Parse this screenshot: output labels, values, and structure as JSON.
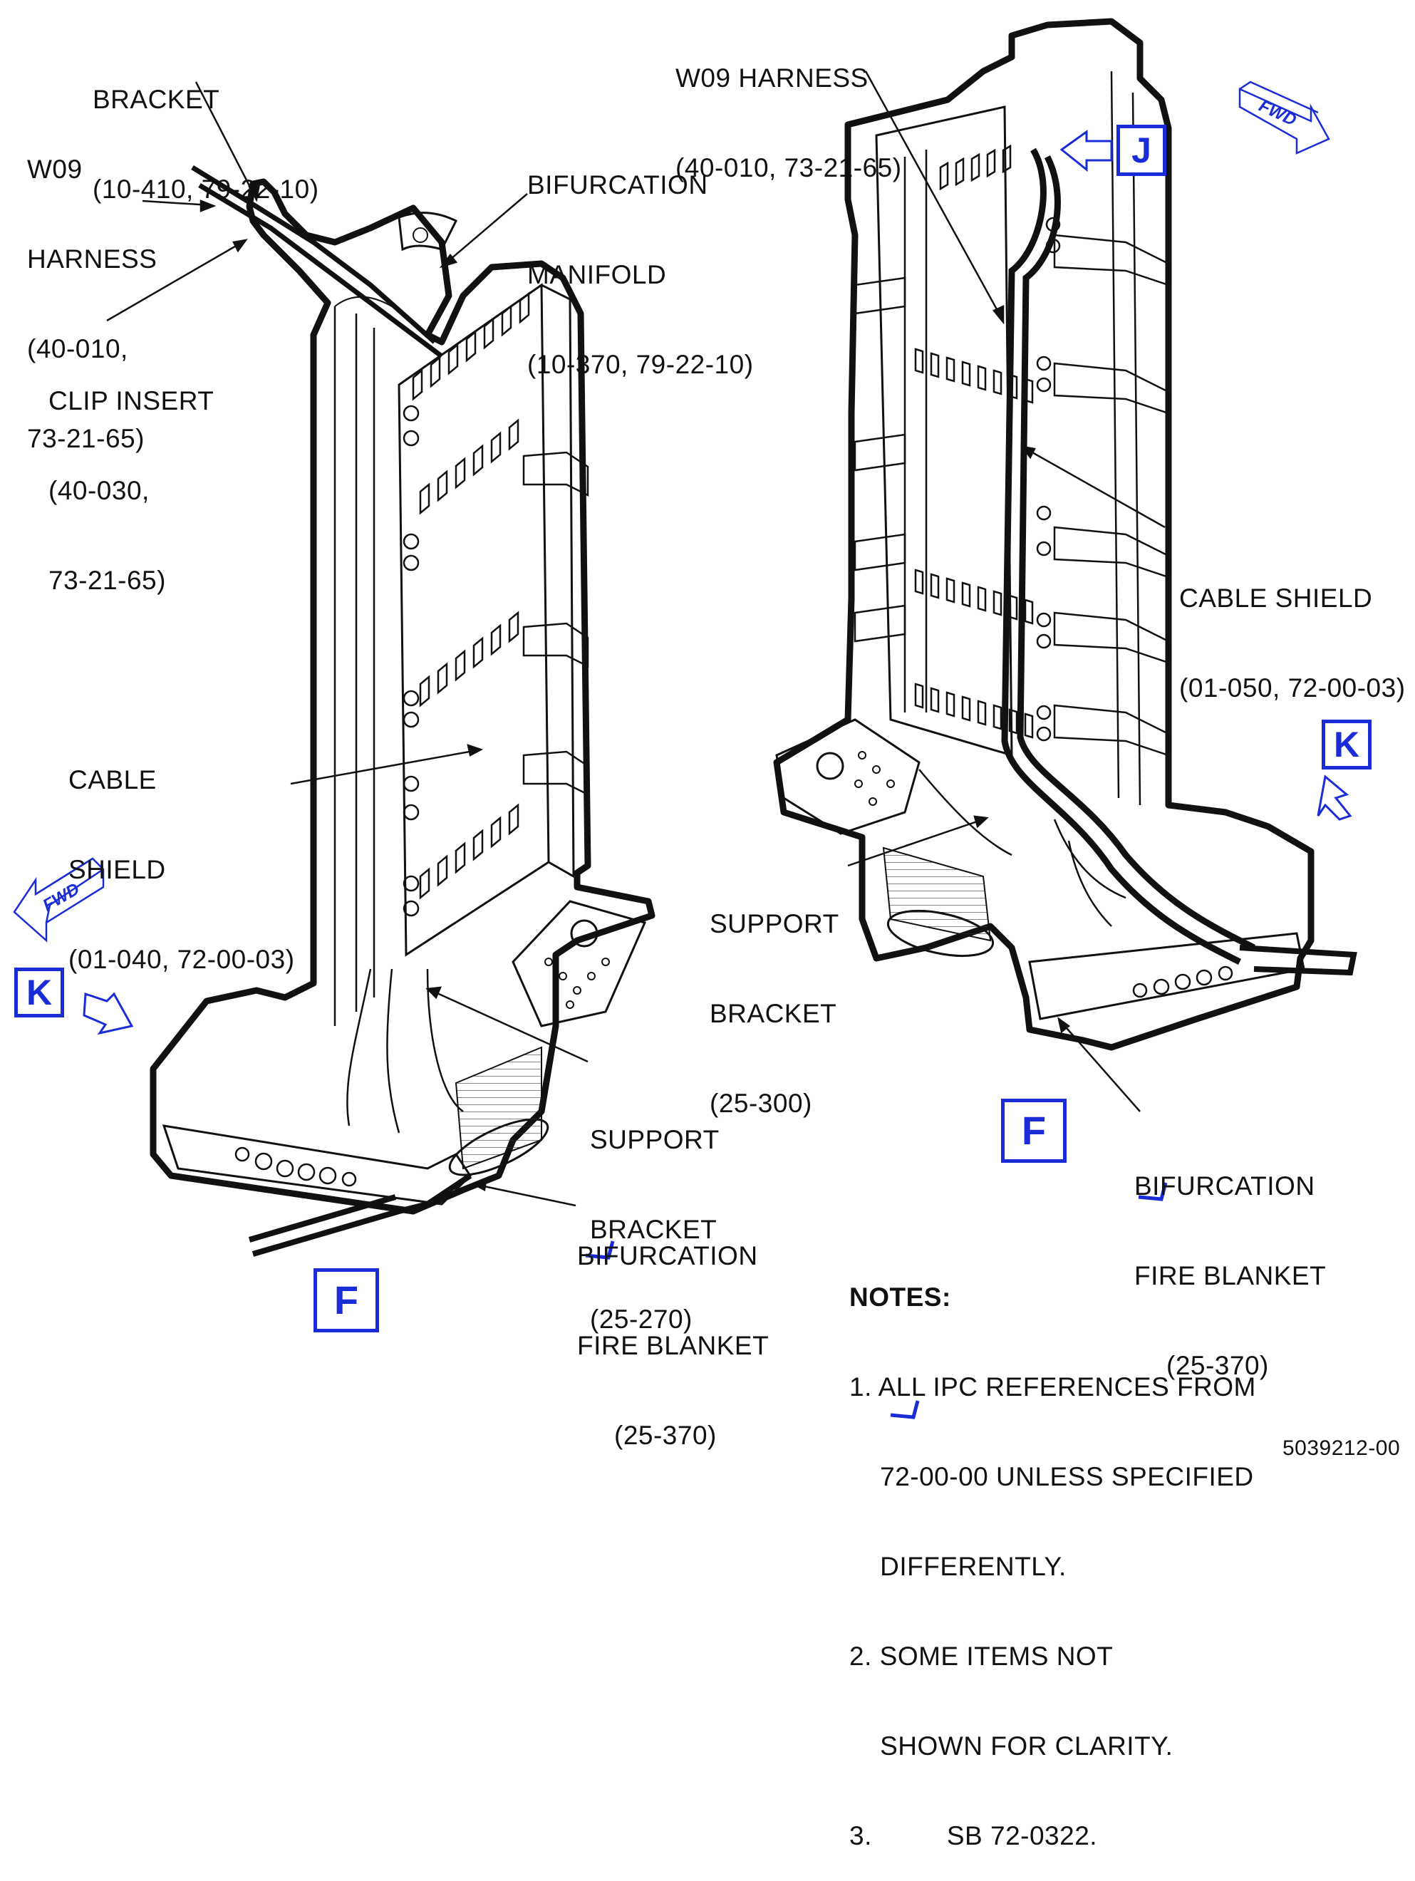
{
  "colors": {
    "ink": "#111111",
    "accent_blue": "#1a2cd6"
  },
  "left_view": {
    "labels": {
      "bracket": [
        "BRACKET",
        "(10-410, 79-22-10)"
      ],
      "w09_harness": [
        "W09",
        "HARNESS",
        "(40-010,",
        "73-21-65)"
      ],
      "bifurcation_manifold": [
        "BIFURCATION",
        "MANIFOLD",
        "(10-370, 79-22-10)"
      ],
      "clip_insert": [
        "CLIP INSERT",
        "(40-030,",
        "73-21-65)"
      ],
      "cable_shield": [
        "CABLE",
        "SHIELD",
        "(01-040, 72-00-03)"
      ],
      "support_bracket": [
        "SUPPORT",
        "BRACKET",
        "(25-270)"
      ],
      "fire_blanket": [
        "BIFURCATION",
        "FIRE BLANKET",
        "(25-370)"
      ]
    },
    "view_refs": {
      "k": "K",
      "f": "F"
    },
    "fwd_arrow": "FWD"
  },
  "right_view": {
    "labels": {
      "w09_harness": [
        "W09 HARNESS",
        "(40-010, 73-21-65)"
      ],
      "cable_shield": [
        "CABLE SHIELD",
        "(01-050, 72-00-03)"
      ],
      "support_bracket": [
        "SUPPORT",
        "BRACKET",
        "(25-300)"
      ],
      "fire_blanket": [
        "BIFURCATION",
        "FIRE BLANKET",
        "(25-370)"
      ]
    },
    "view_refs": {
      "j": "J",
      "k": "K",
      "f": "F"
    },
    "fwd_arrow": "FWD"
  },
  "notes": {
    "title": "NOTES:",
    "items": [
      [
        "1. ALL IPC REFERENCES FROM",
        "    72-00-00 UNLESS SPECIFIED",
        "    DIFFERENTLY."
      ],
      [
        "2. SOME ITEMS NOT",
        "    SHOWN FOR CLARITY."
      ],
      [
        "3.",
        "SB 72-0322."
      ]
    ]
  },
  "figure_number": "5039212-00"
}
